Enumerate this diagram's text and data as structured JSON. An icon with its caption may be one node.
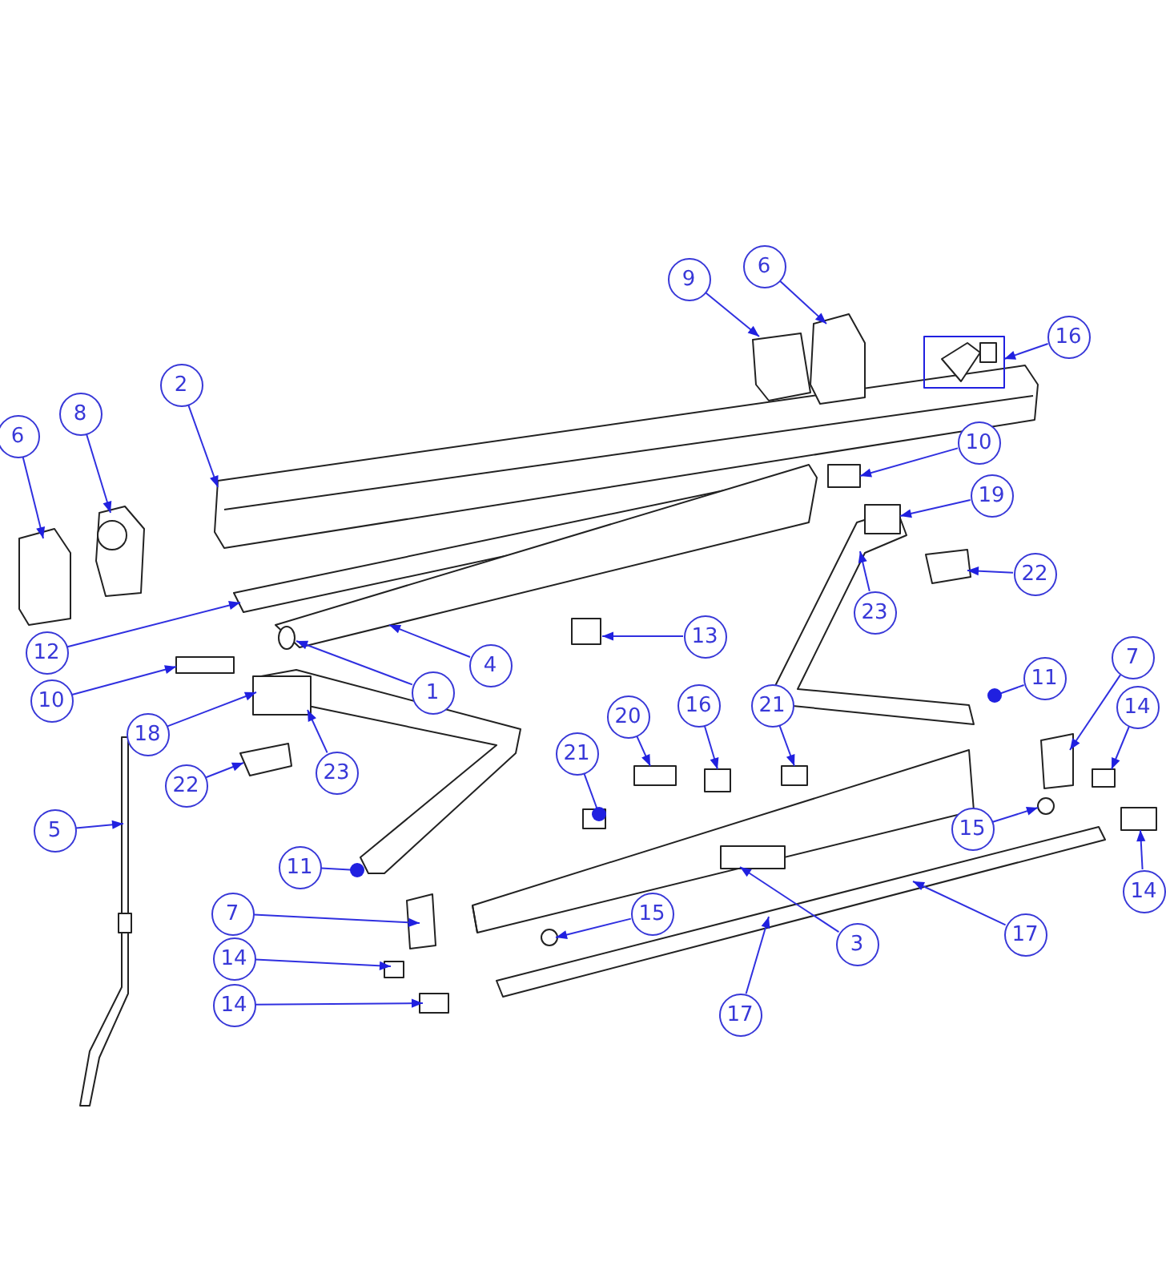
{
  "diagram": {
    "nodes": [
      {
        "text": [
          "9"
        ]
      },
      {
        "text": [
          "6"
        ]
      },
      {
        "text": [
          "16"
        ]
      },
      {
        "text": [
          "2"
        ]
      },
      {
        "text": [
          "6"
        ]
      },
      {
        "text": [
          "8"
        ]
      },
      {
        "text": [
          "10"
        ]
      },
      {
        "text": [
          "19"
        ]
      },
      {
        "text": [
          "22"
        ]
      },
      {
        "text": [
          "23"
        ]
      },
      {
        "text": [
          "12"
        ]
      },
      {
        "text": [
          "13"
        ]
      },
      {
        "text": [
          "10"
        ]
      },
      {
        "text": [
          "4"
        ]
      },
      {
        "text": [
          "1"
        ]
      },
      {
        "text": [
          "11"
        ]
      },
      {
        "text": [
          "7"
        ]
      },
      {
        "text": [
          "18"
        ]
      },
      {
        "text": [
          "23"
        ]
      },
      {
        "text": [
          "20"
        ]
      },
      {
        "text": [
          "16"
        ]
      },
      {
        "text": [
          "21"
        ]
      },
      {
        "text": [
          "21"
        ]
      },
      {
        "text": [
          "14"
        ]
      },
      {
        "text": [
          "14"
        ]
      },
      {
        "text": [
          "22"
        ]
      },
      {
        "text": [
          "5"
        ]
      },
      {
        "text": [
          "11"
        ]
      },
      {
        "text": [
          "15"
        ]
      },
      {
        "text": [
          "3"
        ]
      },
      {
        "text": [
          "17"
        ]
      },
      {
        "text": [
          "7"
        ]
      },
      {
        "text": [
          "15"
        ]
      },
      {
        "text": [
          "14"
        ]
      },
      {
        "text": [
          "14"
        ]
      },
      {
        "text": [
          "17"
        ]
      }
    ],
    "edges": [
      {
        "from": 0,
        "to": null,
        "arrow": "to"
      },
      {
        "from": 1,
        "to": null,
        "arrow": "to"
      },
      {
        "from": 2,
        "to": null,
        "arrow": "to"
      },
      {
        "from": 3,
        "to": null,
        "arrow": "to"
      },
      {
        "from": 4,
        "to": null,
        "arrow": "to"
      },
      {
        "from": 5,
        "to": null,
        "arrow": "to"
      },
      {
        "from": 6,
        "to": null,
        "arrow": "to"
      },
      {
        "from": 7,
        "to": null,
        "arrow": "to"
      },
      {
        "from": 8,
        "to": null,
        "arrow": "to"
      },
      {
        "from": 9,
        "to": null,
        "arrow": "to"
      },
      {
        "from": 10,
        "to": null,
        "arrow": "to"
      },
      {
        "from": 11,
        "to": null,
        "arrow": "to"
      },
      {
        "from": 12,
        "to": null,
        "arrow": "to"
      },
      {
        "from": 13,
        "to": null,
        "arrow": "to"
      },
      {
        "from": 14,
        "to": null,
        "arrow": "to"
      },
      {
        "from": 15,
        "to": null,
        "arrow": "other"
      },
      {
        "from": 16,
        "to": null,
        "arrow": "to"
      },
      {
        "from": 17,
        "to": null,
        "arrow": "to"
      },
      {
        "from": 18,
        "to": null,
        "arrow": "to"
      },
      {
        "from": 19,
        "to": null,
        "arrow": "to"
      },
      {
        "from": 20,
        "to": null,
        "arrow": "to"
      },
      {
        "from": 21,
        "to": null,
        "arrow": "to"
      },
      {
        "from": 22,
        "to": null,
        "arrow": "other"
      },
      {
        "from": 23,
        "to": null,
        "arrow": "to"
      },
      {
        "from": 24,
        "to": null,
        "arrow": "to"
      },
      {
        "from": 25,
        "to": null,
        "arrow": "to"
      },
      {
        "from": 26,
        "to": null,
        "arrow": "to"
      },
      {
        "from": 27,
        "to": null,
        "arrow": "other"
      },
      {
        "from": 28,
        "to": null,
        "arrow": "to"
      },
      {
        "from": 29,
        "to": null,
        "arrow": "to"
      },
      {
        "from": 30,
        "to": null,
        "arrow": "to"
      },
      {
        "from": 31,
        "to": null,
        "arrow": "to"
      },
      {
        "from": 32,
        "to": null,
        "arrow": "to"
      },
      {
        "from": 33,
        "to": null,
        "arrow": "to"
      },
      {
        "from": 34,
        "to": null,
        "arrow": "to"
      },
      {
        "from": 35,
        "to": null,
        "arrow": "to"
      }
    ]
  }
}
